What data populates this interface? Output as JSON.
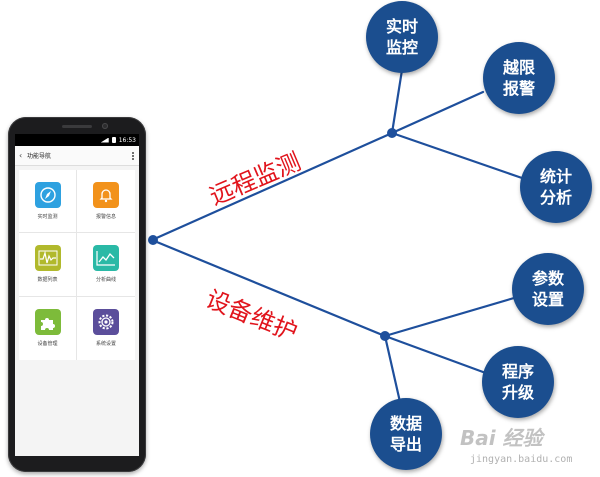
{
  "diagram": {
    "branches": [
      {
        "label": "远程监测",
        "children": [
          "实时监控",
          "越限报警",
          "统计分析"
        ]
      },
      {
        "label": "设备维护",
        "children": [
          "参数设置",
          "程序升级",
          "数据导出"
        ]
      }
    ],
    "colors": {
      "line": "#1e4f9c",
      "bubble": "#1b4e8f",
      "label": "#e1141c"
    }
  },
  "phone": {
    "status_time": "16:53",
    "app_title": "功能导航",
    "tiles": [
      {
        "label": "实时监测",
        "icon": "compass-icon",
        "color": "#2ea1e0"
      },
      {
        "label": "报警信息",
        "icon": "bell-icon",
        "color": "#f2921b"
      },
      {
        "label": "数据列表",
        "icon": "waveform-icon",
        "color": "#b1b92c"
      },
      {
        "label": "分析曲线",
        "icon": "chart-line-icon",
        "color": "#2ab9a6"
      },
      {
        "label": "设备管理",
        "icon": "puzzle-icon",
        "color": "#7dbb3a"
      },
      {
        "label": "系统设置",
        "icon": "gear-icon",
        "color": "#5b4e9b"
      }
    ]
  },
  "watermark": {
    "main": "Bai 经验",
    "sub": "jingyan.baidu.com"
  }
}
